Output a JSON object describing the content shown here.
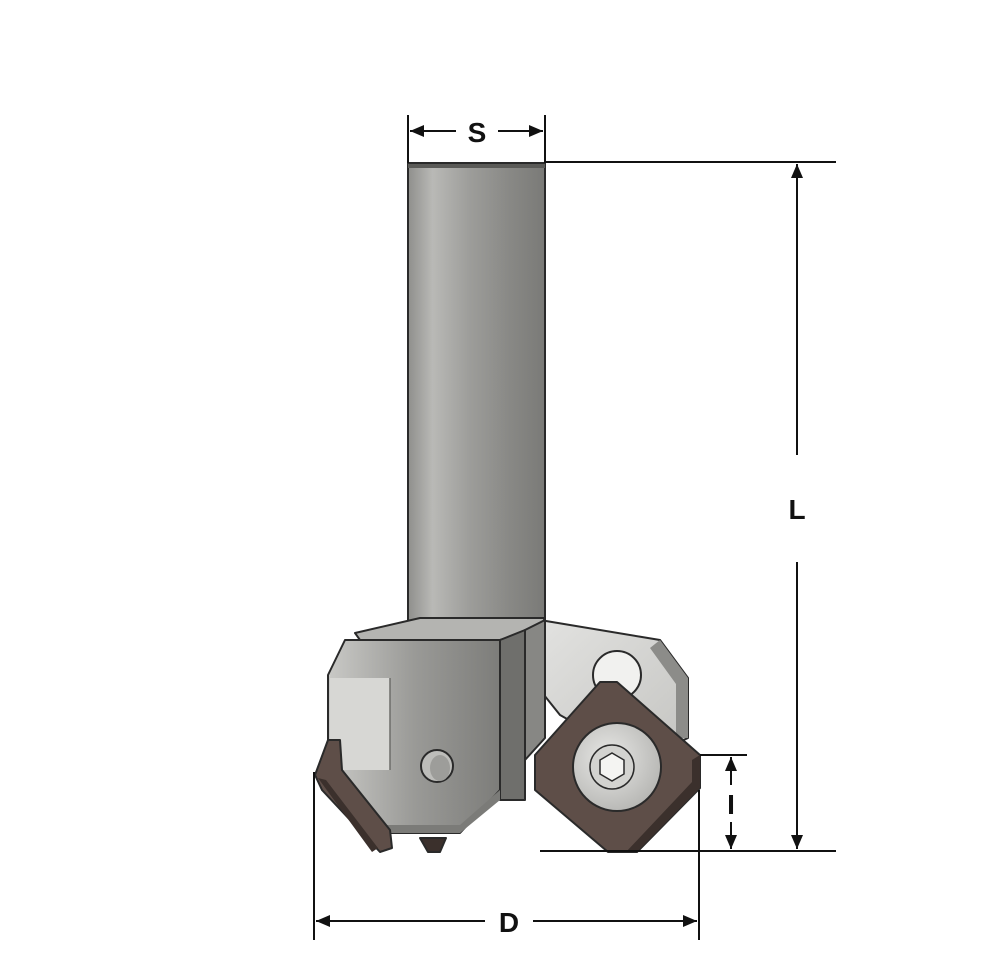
{
  "dimensions": {
    "shank_diameter": "S",
    "overall_length": "L",
    "cutting_height": "I",
    "cutting_diameter": "D"
  },
  "colors": {
    "steel_light": "#d8d8d6",
    "steel_mid": "#a9a9a6",
    "steel_dark": "#6e6e6b",
    "insert_brown": "#5e4e48",
    "insert_dark": "#3b302c",
    "line": "#111111"
  }
}
